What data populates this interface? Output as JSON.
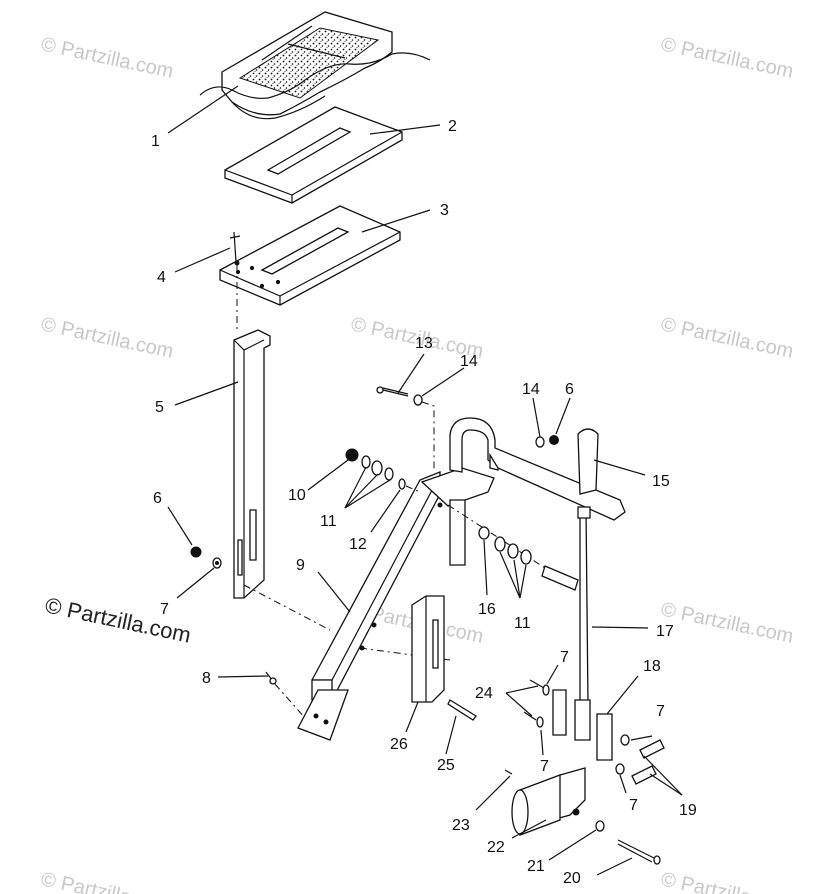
{
  "watermark": "© Partzilla.com",
  "copyright": "© Partzilla.com",
  "callouts": {
    "c1": "1",
    "c2": "2",
    "c3": "3",
    "c4": "4",
    "c5": "5",
    "c6a": "6",
    "c6b": "6",
    "c7a": "7",
    "c7b": "7",
    "c7c": "7",
    "c7d": "7",
    "c7e": "7",
    "c8": "8",
    "c9": "9",
    "c10": "10",
    "c11a": "11",
    "c11b": "11",
    "c12": "12",
    "c13": "13",
    "c14a": "14",
    "c14b": "14",
    "c15": "15",
    "c16": "16",
    "c17": "17",
    "c18": "18",
    "c19": "19",
    "c20": "20",
    "c21": "21",
    "c22": "22",
    "c23": "23",
    "c24": "24",
    "c25": "25",
    "c26": "26"
  }
}
